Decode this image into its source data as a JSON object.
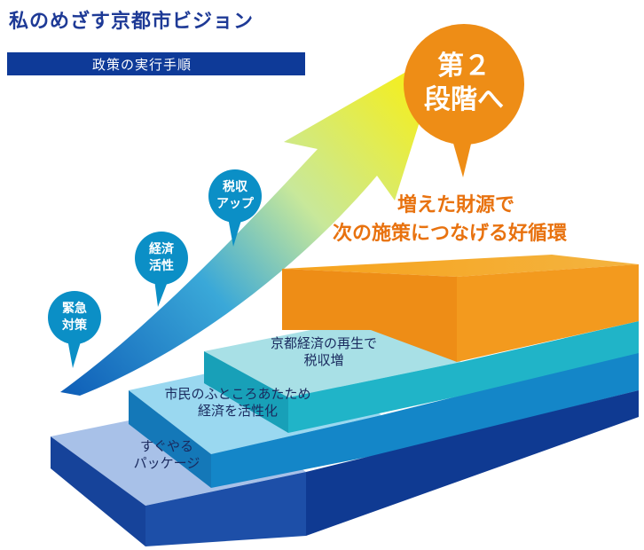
{
  "header": {
    "title": "私のめざす京都市ビジョン",
    "subtitle": "政策の実行手順"
  },
  "colors": {
    "navy": "#0e3a98",
    "orange": "#ee8d16",
    "stage_text": "#e8720f"
  },
  "stages": {
    "next": {
      "line1": "第２",
      "line2": "段階へ"
    },
    "caption": {
      "line1": "増えた財源で",
      "line2": "次の施策につなげる好循環"
    }
  },
  "pins": [
    {
      "line1": "緊急",
      "line2": "対策"
    },
    {
      "line1": "経済",
      "line2": "活性"
    },
    {
      "line1": "税収",
      "line2": "アップ"
    }
  ],
  "steps": [
    {
      "line1": "すぐやる",
      "line2": "パッケージ"
    },
    {
      "line1": "市民のふところあたため",
      "line2": "経済を活性化"
    },
    {
      "line1": "京都経済の再生で",
      "line2": "税収増"
    }
  ]
}
